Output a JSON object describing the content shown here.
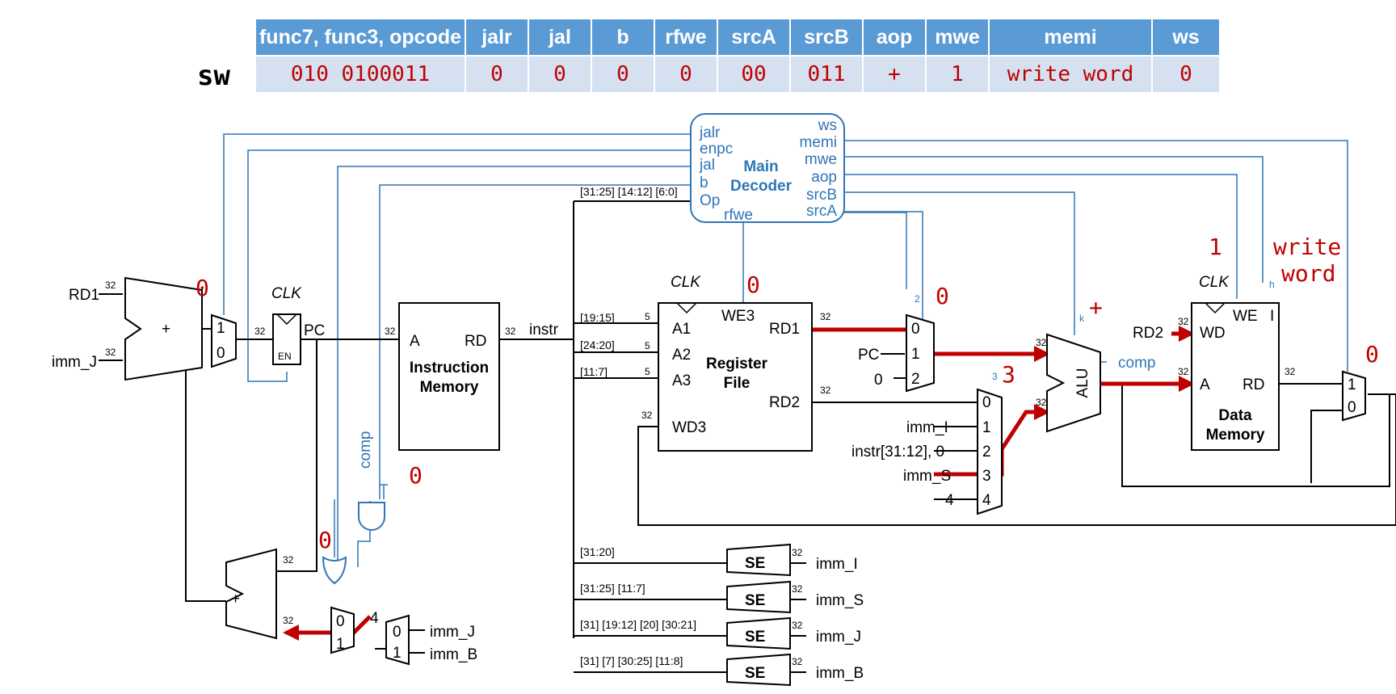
{
  "table": {
    "headers": [
      "func7, func3, opcode",
      "jalr",
      "jal",
      "b",
      "rfwe",
      "srcA",
      "srcB",
      "aop",
      "mwe",
      "memi",
      "ws"
    ],
    "instruction": "sw",
    "row": [
      "010 0100011",
      "0",
      "0",
      "0",
      "0",
      "00",
      "011",
      "+",
      "1",
      "write word",
      "0"
    ]
  },
  "decoder": {
    "title_line1": "Main",
    "title_line2": "Decoder",
    "inputs": [
      "jalr",
      "enpc",
      "jal",
      "b",
      "Op"
    ],
    "outputs": [
      "ws",
      "memi",
      "mwe",
      "aop",
      "srcB",
      "srcA"
    ],
    "bottom": "rfwe",
    "instr_fields": "[31:25] [14:12] [6:0]"
  },
  "labels": {
    "rd1": "RD1",
    "imm_j": "imm_J",
    "imm_i": "imm_I",
    "imm_s": "imm_S",
    "imm_b": "imm_B",
    "clk": "CLK",
    "pc": "PC",
    "en": "EN",
    "instr": "instr",
    "a": "A",
    "rd": "RD",
    "imem1": "Instruction",
    "imem2": "Memory",
    "a1": "A1",
    "a2": "A2",
    "a3": "A3",
    "we3": "WE3",
    "wd3": "WD3",
    "rf1": "Register",
    "rf2": "File",
    "rf_rd1": "RD1",
    "rf_rd2": "RD2",
    "alu": "ALU",
    "comp": "comp",
    "rd2": "RD2",
    "wd": "WD",
    "we": "WE",
    "dm1": "Data",
    "dm2": "Memory",
    "plus": "+",
    "se": "SE",
    "instr_upper": "instr[31:12], 0",
    "four": "4",
    "zero": "0"
  },
  "bus": {
    "w32": "32",
    "w5": "5",
    "w2": "2",
    "w3": "3",
    "wk": "k",
    "wh": "h",
    "f1915": "[19:15]",
    "f2420": "[24:20]",
    "f117": "[11:7]",
    "f3120": "[31:20]",
    "f_s": "[31:25] [11:7]",
    "f_j": "[31] [19:12] [20] [30:21]",
    "f_b": "[31] [7] [30:25] [11:8]"
  },
  "values": {
    "pcmux": "0",
    "we3": "0",
    "srca": "0",
    "srcb": "3",
    "aop": "+",
    "mwe": "1",
    "memi1": "write",
    "memi2": "word",
    "ws": "0",
    "and_out": "0",
    "or_out": "0"
  },
  "colors": {
    "header": "#5b9bd5",
    "row": "#d5e0f0",
    "highlight": "#c00000",
    "control": "#2e75b6"
  }
}
